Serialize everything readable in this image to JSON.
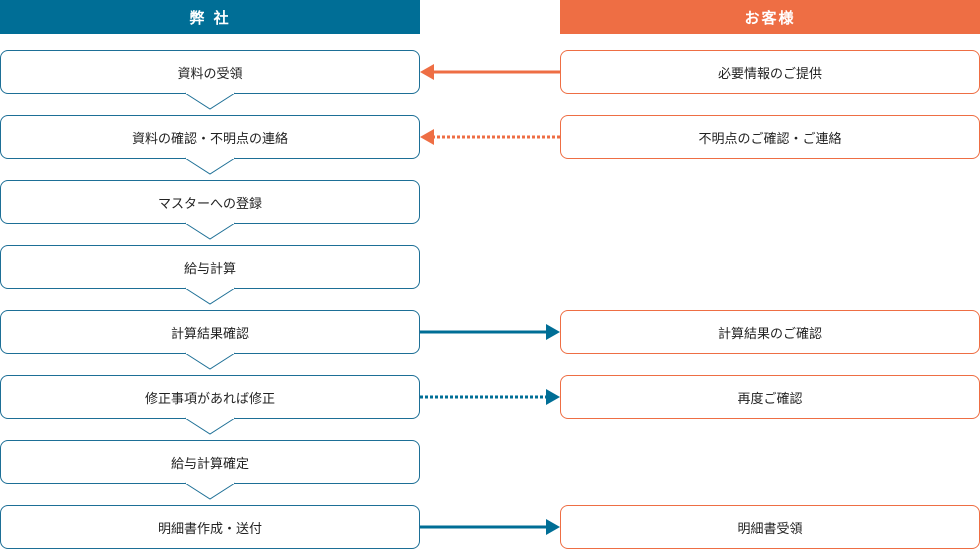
{
  "headers": {
    "company": "弊 社",
    "customer": "お客様"
  },
  "company_steps": [
    "資料の受領",
    "資料の確認・不明点の連絡",
    "マスターへの登録",
    "給与計算",
    "計算結果確認",
    "修正事項があれば修正",
    "給与計算確定",
    "明細書作成・送付"
  ],
  "customer_steps": {
    "0": "必要情報のご提供",
    "1": "不明点のご確認・ご連絡",
    "4": "計算結果のご確認",
    "5": "再度ご確認",
    "7": "明細書受領"
  },
  "colors": {
    "company": "#006e96",
    "customer": "#ee6e44",
    "connector_gray": "#1d6f96"
  },
  "arrows": [
    {
      "row": 0,
      "direction": "to-company",
      "style": "solid",
      "color": "#ee6e44"
    },
    {
      "row": 1,
      "direction": "to-company",
      "style": "dotted",
      "color": "#ee6e44"
    },
    {
      "row": 4,
      "direction": "to-customer",
      "style": "solid",
      "color": "#006e96"
    },
    {
      "row": 5,
      "direction": "to-customer",
      "style": "dotted",
      "color": "#006e96"
    },
    {
      "row": 7,
      "direction": "to-customer",
      "style": "solid",
      "color": "#006e96"
    }
  ]
}
